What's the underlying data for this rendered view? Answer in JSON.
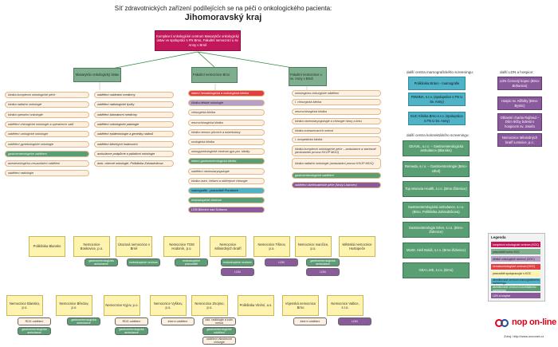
{
  "title": "Síť zdravotnických zařízení podílejících se na péči o onkologického pacienta:",
  "region": "Jihomoravský kraj",
  "top_center": "Komplexní onkologické centrum Masarykův onkologický ústav ve spolupráci s FN Brno, Fakultní nemocnicí u sv. Anny v Brně",
  "hubs": {
    "mou": "Masarykův onkologický ústav",
    "fnbrno": "Fakultní nemocnice Brno",
    "fnusa": "Fakultní nemocnice u sv. Anny v Brně"
  },
  "mou_left": [
    "klinika komplexní onkologické péče",
    "klinika radiační onkologie",
    "klinika operační onkologie",
    "oddělení chirurgické onkologie a operačních sálů",
    "oddělení urologické onkologie",
    "oddělení gynekologické onkologie",
    "gastroenterologické oddělení",
    "anesteziologicko-resuscitační oddělení",
    "oddělení radiologie"
  ],
  "mou_right": [
    "oddělení nukleární medicíny",
    "oddělení radiologické fyziky",
    "oddělení laboratorní medicíny",
    "oddělení onkologické patologie",
    "oddělení epidemiologie a genetiky nádorů",
    "oddělení klinických hodnocení",
    "ambulance podpůrné a paliativní onkologie",
    "amb. obecné onkologie, Poliklinika Zahradníkova"
  ],
  "fnbrno_items": [
    "interní hematologická a onkologická klinika",
    "klinika dětské onkologie",
    "chirurgická klinika",
    "neurochirurgická klinika",
    "klinika nemocí plicních a tuberkulózy",
    "urologická klinika",
    "onkogynekologické centrum gyn-por. kliniky",
    "interní gastroenterologická klinika",
    "oddělení otorinolaryngologie",
    "klinika ústní, čelistní a obličejové chirurgie",
    "mamografie - pracoviště Porodnice",
    "endoskopické centrum",
    "LDN Bílovice nad Svitavou"
  ],
  "fnusa_items": [
    "onkologicko-chirurgické oddělení",
    "I. chirurgická klinika",
    "neurochirurgická klinika",
    "klinika otorinolaryngologie a chirurgie hlavy a krku",
    "klinika zobrazovacích metod",
    "I. ortopedická klinika",
    "klinika komplexní onkologické péče – ambulance a stacionář (ambulantní provoz KKOP MOÚ)",
    "klinika radiační onkologie (ambulantní provoz KKOP MOÚ)",
    "gastroenterologické oddělení",
    "oddělení ošetřovatelské péče (Nový Lískovec)"
  ],
  "mamo_header": "další centra mamografického screeningu:",
  "mamo": [
    "Poliklinika Bráno - mamografie",
    "FEMINA, s.r.o. (spolupráce s FN U Sv. Anny)",
    "EUC Klinika Brno s.r.o. (spolupráce s FN U Sv. Anny)"
  ],
  "kolo_header": "další centra kolorektálního screeningu:",
  "kolo": [
    "GEAVIL, s.r.o. – Gastroenterologická ambulance (Blansko)",
    "Remeda, s.r.o. – Gastroenterologie (Brno-střed)",
    "Top Moravia Health, s.r.o. (Brno-Židenice)",
    "Gastroenterologická ambulance, s.r.o. (Brno, Poliklinika Zahradníkova)",
    "Gastroenterologie Erlen, s.r.o. (Brno-Židenice)",
    "MUDr. Aleš Boláš, s.r.o. (Brno-Židenice)",
    "GEA LIVE, s.r.o. (Brno)"
  ],
  "ldn_header": "další LDN a hospice:",
  "ldn": [
    "LDN Červený kopec (Brno-Bohunice)",
    "Hospic sv. Alžběty (Brno-Bystrc)",
    "Oblastní charita Rajhrad – Dům léčby bolesti s hospicem sv. Josefa",
    "Nemocnice Milosrdných bratří Letovice, p.o."
  ],
  "row1": [
    {
      "name": "Poliklinika Blansko",
      "units": []
    },
    {
      "name": "Nemocnice Boskovice, p.o.",
      "units": [
        "gastroenterologická ambulance"
      ]
    },
    {
      "name": "Úrazová nemocnice v Brně",
      "units": [
        "endoskopické centrum"
      ]
    },
    {
      "name": "Nemocnice TGM Hodonín, p.o.",
      "units": [
        "endoskopické pracoviště"
      ]
    },
    {
      "name": "Nemocnice Milosrdných bratří",
      "units": [
        "endoskopické centrum",
        "LDN"
      ]
    },
    {
      "name": "Nemocnice Tišnov, p.o.",
      "units": [
        "LDN"
      ]
    },
    {
      "name": "Nemocnice Ivančice, p.o.",
      "units": [
        "gastroenterologická ambulance",
        "LDN"
      ]
    },
    {
      "name": "Městská nemocnice Hustopeče",
      "units": []
    }
  ],
  "row2": [
    {
      "name": "Nemocnice Blansko, p.o.",
      "units": [
        "RDG oddělení",
        "gastroenterologická ambulance"
      ]
    },
    {
      "name": "Nemocnice Břeclav, p.o.",
      "units": [
        "gastroenterologická ambulance"
      ]
    },
    {
      "name": "Nemocnice Kyjov, p.o.",
      "units": [
        "RDG oddělení",
        "gastroenterologická ambulance"
      ]
    },
    {
      "name": "Nemocnice Vyškov, p.o.",
      "units": [
        "interní oddělení"
      ]
    },
    {
      "name": "Nemocnice Znojmo, p.o.",
      "units": [
        "odd. radiologie a zobr. metod",
        "gastroenterologické oddělení",
        "oddělení všeobecné chirurgie"
      ]
    },
    {
      "name": "Poliklinika Vlnění, a.s.",
      "units": []
    },
    {
      "name": "Vojenská nemocnice Brno",
      "units": [
        "interní oddělení"
      ]
    },
    {
      "name": "Nemocnice Valtice, s.r.o.",
      "units": [
        "LDN"
      ]
    }
  ],
  "legend_title": "Legenda",
  "legend": [
    {
      "label": "komplexní onkologické centrum (KOC)",
      "color": "#c2185b"
    },
    {
      "label": "pracoviště tvořící KOC",
      "color": "#7fae8e"
    },
    {
      "label": "dětské onkologické centrum (DOC)",
      "color": "#b79fc7"
    },
    {
      "label": "hematoonkologické centrum (HOC)",
      "color": "#e04040"
    },
    {
      "label": "pracoviště spolupracující s KOC",
      "color": "#fff3b0"
    },
    {
      "label": "akreditované centrum mamografického screeningu",
      "color": "#4fb3c8"
    },
    {
      "label": "akreditované centrum kolorektálního screeningu",
      "color": "#5a9f73"
    },
    {
      "label": "LDN a hospice",
      "color": "#8a5a9c"
    }
  ],
  "brand_logo": "nop on-line",
  "source_text": "Zdroj: http://www.onconet.cz",
  "colors": {
    "koc": "#c2185b",
    "green": "#7fae8e",
    "yellow": "#fff3b0",
    "mamo": "#4fb3c8",
    "kolo": "#5a9f73",
    "ldn": "#8a5a9c",
    "item": "#fdf0e0"
  }
}
